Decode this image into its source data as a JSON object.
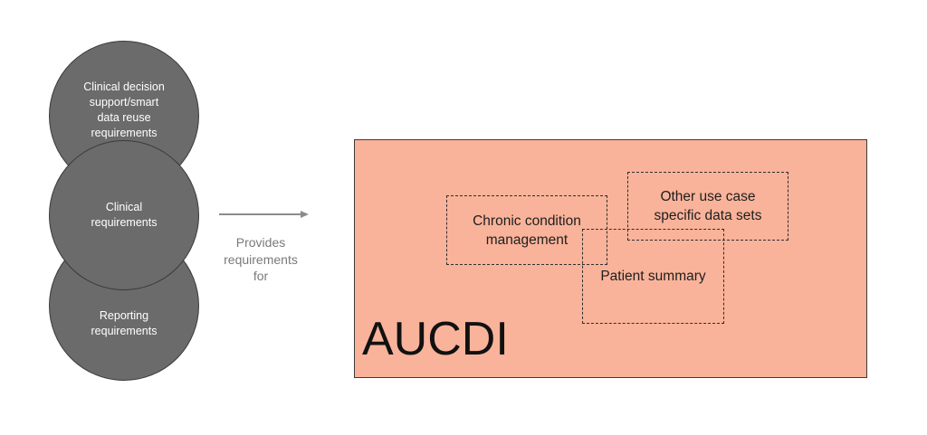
{
  "circles": {
    "cds": "Clinical decision\nsupport/smart\ndata reuse\nrequirements",
    "clinical": "Clinical\nrequirements",
    "reporting": "Reporting\nrequirements"
  },
  "arrow_label": "Provides\nrequirements\nfor",
  "aucdi": {
    "title": "AUCDI",
    "boxes": {
      "chronic": "Chronic condition\nmanagement",
      "other": "Other use case\nspecific data sets",
      "patient": "Patient summary"
    }
  },
  "colors": {
    "circle_fill": "#6b6b6b",
    "aucdi_fill": "#f9b39a",
    "arrow": "#8c8c8c"
  }
}
